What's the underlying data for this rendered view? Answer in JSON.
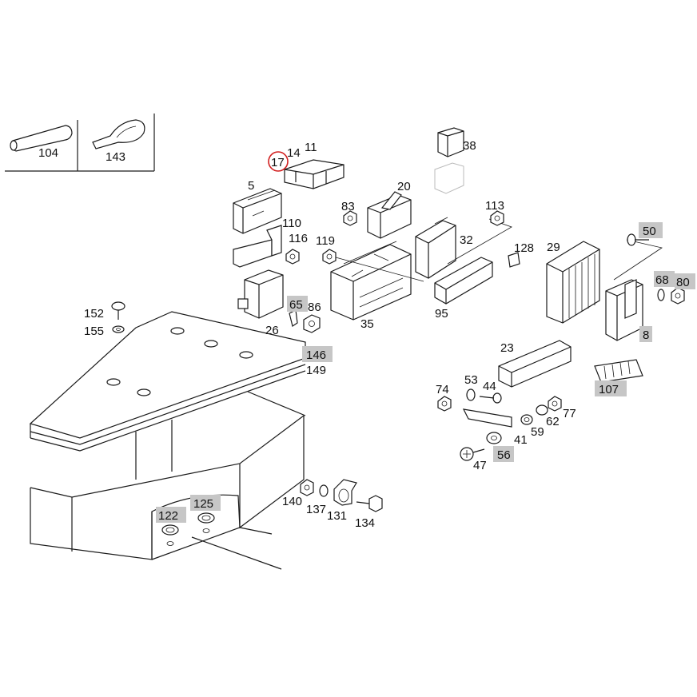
{
  "inset_labels": [
    "104",
    "143"
  ],
  "labels": {
    "p5": "5",
    "p8": "8",
    "p11": "11",
    "p14": "14",
    "p17": "17",
    "p20": "20",
    "p23": "23",
    "p26": "26",
    "p29": "29",
    "p32": "32",
    "p35": "35",
    "p38": "38",
    "p41": "41",
    "p44": "44",
    "p47": "47",
    "p50": "50",
    "p53": "53",
    "p56": "56",
    "p59": "59",
    "p62": "62",
    "p65": "65",
    "p68": "68",
    "p74": "74",
    "p77": "77",
    "p80": "80",
    "p83": "83",
    "p86": "86",
    "p95": "95",
    "p107": "107",
    "p110": "110",
    "p113": "113",
    "p116": "116",
    "p119": "119",
    "p122": "122",
    "p125": "125",
    "p128": "128",
    "p131": "131",
    "p134": "134",
    "p137": "137",
    "p140": "140",
    "p146": "146",
    "p149": "149",
    "p152": "152",
    "p155": "155"
  },
  "highlighted": [
    "50",
    "56",
    "65",
    "68",
    "80",
    "8",
    "107",
    "122",
    "125",
    "146"
  ],
  "selected": "17",
  "colors": {
    "highlight": "#c6c6c6",
    "selected_circle": "#d22020",
    "line": "#1a1a1a"
  }
}
